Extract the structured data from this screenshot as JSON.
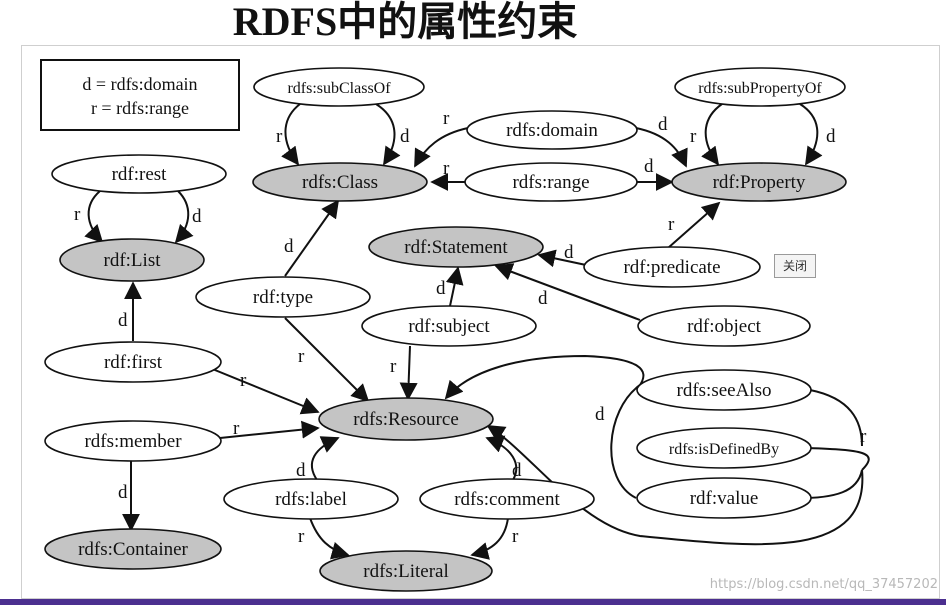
{
  "title": "RDFS中的属性约束",
  "legend": {
    "line1": "d = rdfs:domain",
    "line2": "r = rdfs:range"
  },
  "nodes": {
    "subClassOf": "rdfs:subClassOf",
    "subPropertyOf": "rdfs:subPropertyOf",
    "domain": "rdfs:domain",
    "range": "rdfs:range",
    "class": "rdfs:Class",
    "property": "rdf:Property",
    "rest": "rdf:rest",
    "list": "rdf:List",
    "statement": "rdf:Statement",
    "predicate": "rdf:predicate",
    "type": "rdf:type",
    "subject": "rdf:subject",
    "object": "rdf:object",
    "first": "rdf:first",
    "resource": "rdfs:Resource",
    "seeAlso": "rdfs:seeAlso",
    "member": "rdfs:member",
    "isDefinedBy": "rdfs:isDefinedBy",
    "label": "rdfs:label",
    "comment": "rdfs:comment",
    "value": "rdf:value",
    "container": "rdfs:Container",
    "literal": "rdfs:Literal"
  },
  "edge_labels": {
    "d": "d",
    "r": "r"
  },
  "close_button": "关闭",
  "watermark": "https://blog.csdn.net/qq_37457202",
  "colors": {
    "shaded_node": "#c4c4c4",
    "plain_node": "#ffffff",
    "bottom_bar": "#4b2f8f"
  }
}
